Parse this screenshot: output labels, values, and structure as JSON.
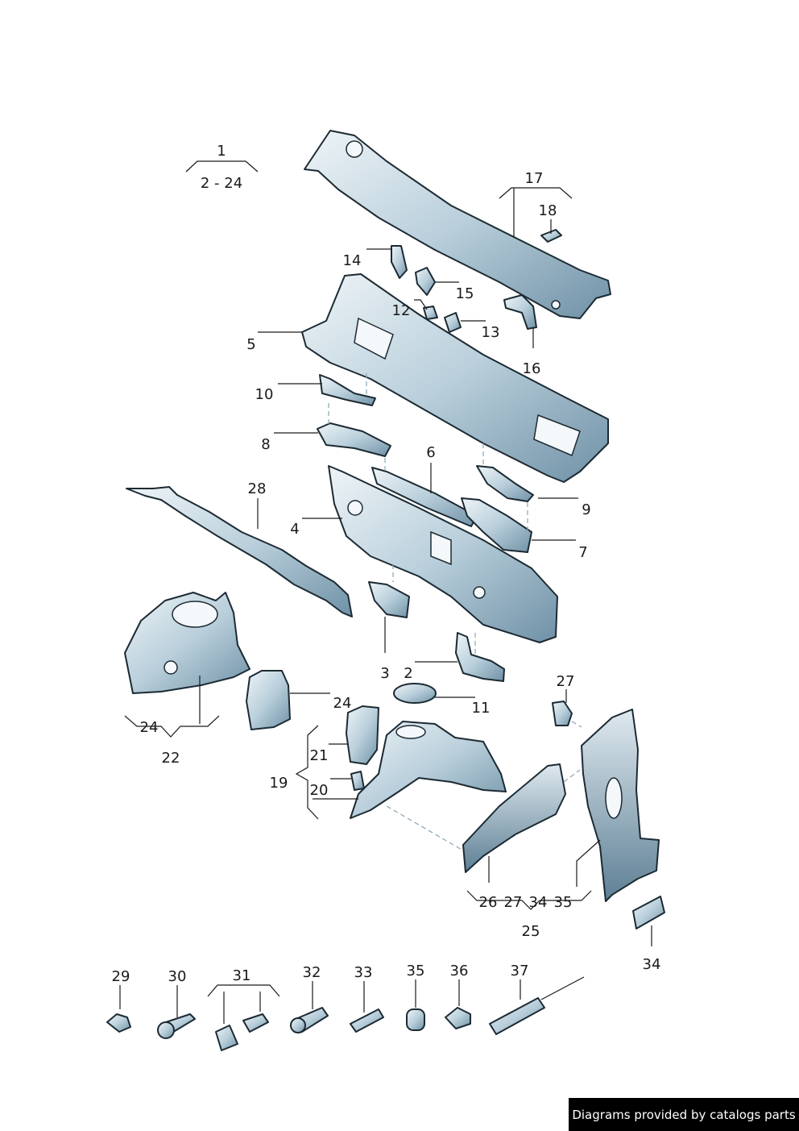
{
  "labels": {
    "l1": "1",
    "l2_24": "2 - 24",
    "l17": "17",
    "l18": "18",
    "l14": "14",
    "l15": "15",
    "l12": "12",
    "l13": "13",
    "l5": "5",
    "l16": "16",
    "l10": "10",
    "l8": "8",
    "l6": "6",
    "l28": "28",
    "l9": "9",
    "l4": "4",
    "l7": "7",
    "l3": "3",
    "l2": "2",
    "l27a": "27",
    "l11": "11",
    "l24a": "24",
    "l24b": "24",
    "l22": "22",
    "l21": "21",
    "l19": "19",
    "l20": "20",
    "l26": "26",
    "l27b": "27",
    "l34a": "34",
    "l35a": "35",
    "l25": "25",
    "l34b": "34",
    "l29": "29",
    "l30": "30",
    "l31": "31",
    "l32": "32",
    "l33": "33",
    "l35b": "35",
    "l36": "36",
    "l37": "37"
  },
  "credit": "Diagrams provided by catalogs parts",
  "colors": {
    "metal_light": "#e6eef3",
    "metal_dark": "#7d9db0",
    "outline": "#1c2a33"
  }
}
